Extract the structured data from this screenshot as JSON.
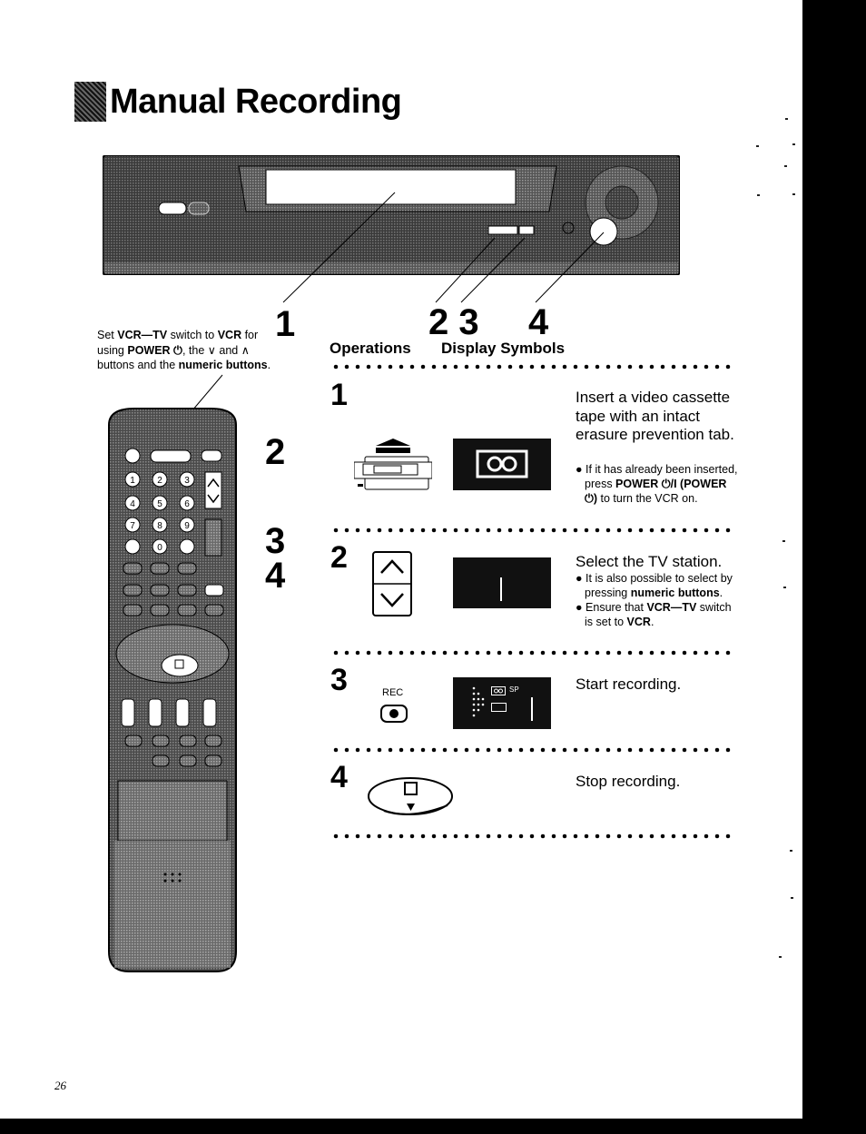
{
  "title": "Manual Recording",
  "set_note": {
    "line1_pre": "Set ",
    "line1_b1": "VCR—TV",
    "line1_mid": " switch to ",
    "line1_b2": "VCR",
    "line1_post": " for",
    "line2_pre": "using ",
    "line2_b1": "POWER ⏻",
    "line2_mid": ", the ∨ and ∧",
    "line3_pre": "buttons and the ",
    "line3_b1": "numeric buttons",
    "line3_post": "."
  },
  "vcr_callouts": {
    "one": "1",
    "twothree": "2 3",
    "four": "4"
  },
  "remote_callouts": {
    "two": "2",
    "three": "3",
    "four": "4"
  },
  "headers": {
    "operations": "Operations",
    "display_symbols": "Display Symbols"
  },
  "steps": [
    {
      "num": "1",
      "text": "Insert a video cassette tape with an intact erasure prevention tab.",
      "bullets": [
        {
          "pre": "If it has already been inserted, press ",
          "bold": "POWER ⏻/I (POWER ⏻)",
          "post": " to turn the VCR on."
        }
      ]
    },
    {
      "num": "2",
      "text": "Select the TV station.",
      "bullets": [
        {
          "pre": "It is also possible to select by pressing ",
          "bold": "numeric buttons",
          "post": "."
        },
        {
          "pre": "Ensure that ",
          "bold": "VCR—TV",
          "post": " switch is set to ",
          "bold2": "VCR",
          "post2": "."
        }
      ]
    },
    {
      "num": "3",
      "text": "Start recording.",
      "button_label": "REC",
      "display_text": "SP"
    },
    {
      "num": "4",
      "text": "Stop recording."
    }
  ],
  "page_number": "26",
  "colors": {
    "ink": "#000000",
    "display_bg": "#111111",
    "page": "#ffffff"
  }
}
